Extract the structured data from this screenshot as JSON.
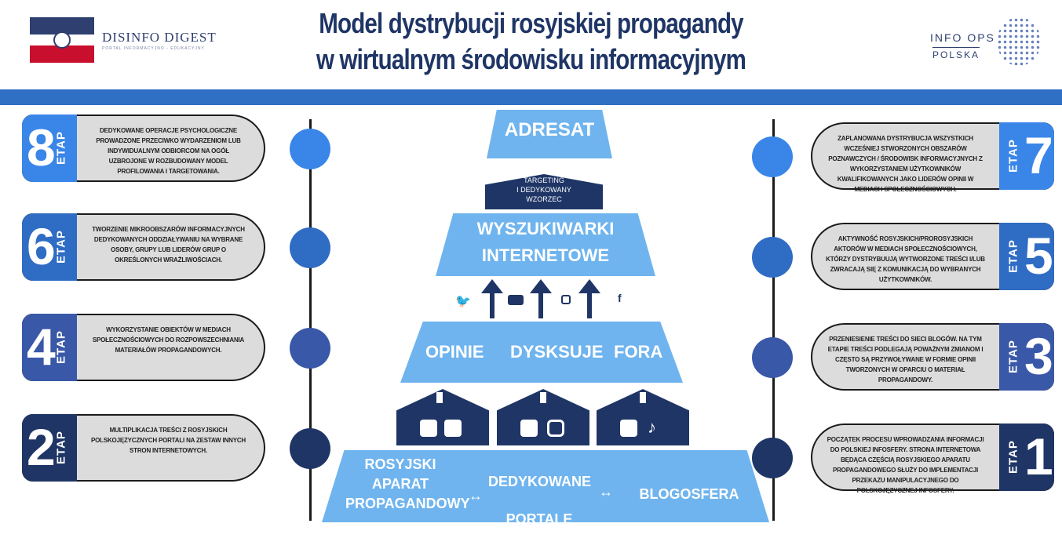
{
  "header": {
    "title_line1": "Model dystrybucji rosyjskiej propagandy",
    "title_line2": "w wirtualnym środowisku informacyjnym",
    "left_logo_name": "DISINFO DIGEST",
    "left_logo_sub": "PORTAL INFORMACYJNO - EDUKACYJNY",
    "right_logo_line1": "INFO OPS",
    "right_logo_line2": "POLSKA"
  },
  "etap_label": "ETAP",
  "stages_left": [
    {
      "number": "8",
      "text": "Dedykowane operacje psychologiczne prowadzone przeciwko wydarzeniom lub indywidualnym odbiorcom na ogół uzbrojone w rozbudowany model profilowania i targetowania.",
      "color": "#3a86e8"
    },
    {
      "number": "6",
      "text": "Tworzenie mikroobszarów informacyjnych dedykowanych oddziaływaniu na wybrane osoby, grupy lub liderów grup o określonych wrażliwościach.",
      "color": "#2f6cc4"
    },
    {
      "number": "4",
      "text": "Wykorzystanie obiektów w mediach społecznościowych do rozpowszechniania materiałów propagandowych.",
      "color": "#3a58a8"
    },
    {
      "number": "2",
      "text": "Multiplikacja treści z rosyjskich polskojęzycznych portali na zestaw innych stron internetowych.",
      "color": "#1f3566"
    }
  ],
  "stages_right": [
    {
      "number": "7",
      "text": "Zaplanowana dystrybucja wszystkich wcześniej stworzonych obszarów poznawczych / środowisk informacyjnych z wykorzystaniem użytkowników kwalifikowanych jako liderów opinii w mediach społecznościowych.",
      "color": "#3a86e8"
    },
    {
      "number": "5",
      "text": "Aktywność rosyjskich/prorosyjskich aktorów w mediach społecznościowych, którzy dystrybuują wytworzone treści i/lub zwracają się z komunikacją do wybranych użytkowników.",
      "color": "#2f6cc4"
    },
    {
      "number": "3",
      "text": "Przeniesienie treści do sieci blogów. Na tym etapie treści podlegają poważnym zmianom i często są przywoływane w formie opinii tworzonych w oparciu o materiał propagandowy.",
      "color": "#3a58a8"
    },
    {
      "number": "1",
      "text": "Początek procesu wprowadzania informacji do polskiej infosfery. Strona internetowa będąca częścią rosyjskiego aparatu propagandowego służy do implementacji przekazu manipulacyjnego do polskojęzycznej infosfery.",
      "color": "#1f3566"
    }
  ],
  "pyramid": {
    "adresat": "ADRESAT",
    "targeting": [
      "TARGETING",
      "I DEDYKOWANY",
      "WZORZEC"
    ],
    "search": [
      "WYSZUKIWARKI",
      "INTERNETOWE"
    ],
    "middle": [
      "OPINIE",
      "DYSKSUJE",
      "FORA"
    ],
    "base_left": [
      "ROSYJSKI",
      "APARAT",
      "PROPAGANDOWY"
    ],
    "base_mid": [
      "DEDYKOWANE",
      "PORTALE"
    ],
    "base_right": "BLOGOSFERA",
    "tier_color": "#6fb4ee"
  }
}
